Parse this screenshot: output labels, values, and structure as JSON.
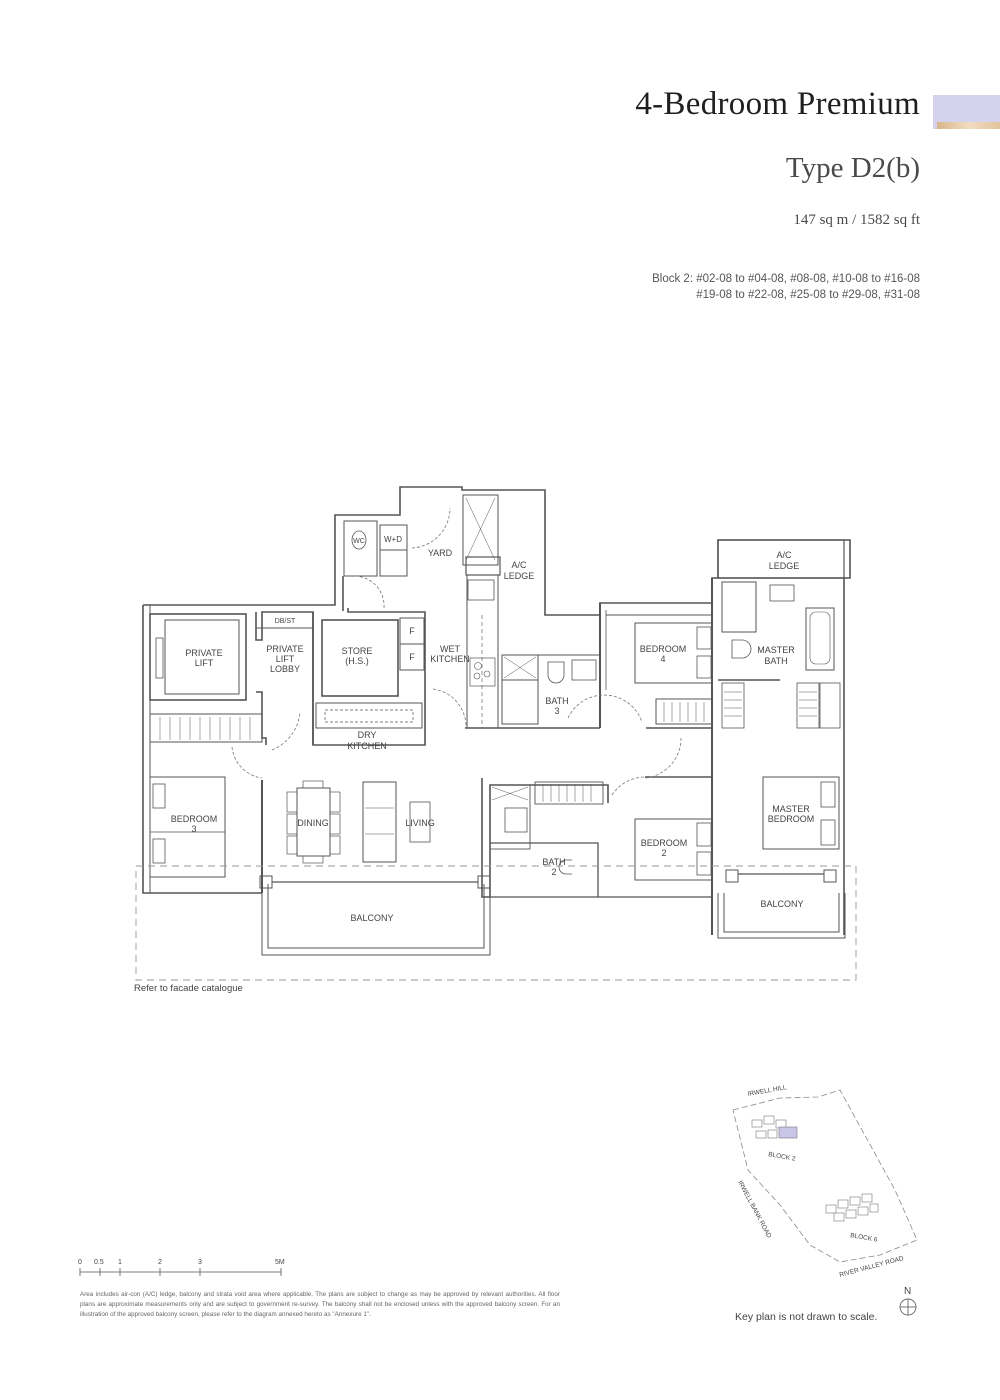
{
  "header": {
    "title": "4-Bedroom Premium",
    "accent_color": "#d4d2ec",
    "type": "Type D2(b)",
    "area": "147 sq m / 1582 sq ft",
    "units_line1": "Block 2: #02-08 to #04-08, #08-08, #10-08 to #16-08",
    "units_line2": "#19-08 to #22-08, #25-08 to #29-08, #31-08"
  },
  "floorplan": {
    "rooms": {
      "private_lift_1": "PRIVATE",
      "private_lift_2": "LIFT",
      "db_st": "DB/ST",
      "lift_lobby_1": "PRIVATE",
      "lift_lobby_2": "LIFT",
      "lift_lobby_3": "LOBBY",
      "store_1": "STORE",
      "store_2": "(H.S.)",
      "wc": "WC",
      "wd": "W+D",
      "yard": "YARD",
      "fridge_1": "F",
      "fridge_2": "F",
      "wet_kitchen_1": "WET",
      "wet_kitchen_2": "KITCHEN",
      "ac_ledge_1_a": "A/C",
      "ac_ledge_1_b": "LEDGE",
      "dry_kitchen_1": "DRY",
      "dry_kitchen_2": "KITCHEN",
      "bath3_1": "BATH",
      "bath3_2": "3",
      "bedroom4_1": "BEDROOM",
      "bedroom4_2": "4",
      "ac_ledge_2_a": "A/C",
      "ac_ledge_2_b": "LEDGE",
      "master_bath_1": "MASTER",
      "master_bath_2": "BATH",
      "bedroom3_1": "BEDROOM",
      "bedroom3_2": "3",
      "dining": "DINING",
      "living": "LIVING",
      "bath2_1": "BATH",
      "bath2_2": "2",
      "bedroom2_1": "BEDROOM",
      "bedroom2_2": "2",
      "master_bedroom_1": "MASTER",
      "master_bedroom_2": "BEDROOM",
      "balcony_main": "BALCONY",
      "balcony_master": "BALCONY"
    },
    "facade_note": "Refer to facade catalogue"
  },
  "scale_bar": {
    "ticks": [
      "0",
      "0.5",
      "1",
      "2",
      "3",
      "5M"
    ]
  },
  "disclaimer": "Area includes air-con (A/C) ledge, balcony and strata void area where applicable. The plans are subject to change as may be approved by relevant authorities. All floor plans are approximate measurements only and are subject to government re-survey. The balcony shall not be enclosed unless with the approved balcony screen. For an illustration of the approved balcony screen, please refer to the diagram annexed hereto as \"Annexure 1\".",
  "key_plan": {
    "road_top": "IRWELL HILL",
    "road_left": "IRWELL BANK ROAD",
    "road_bottom": "RIVER VALLEY ROAD",
    "block_a": "BLOCK 2",
    "block_b": "BLOCK 6",
    "highlight_color": "#c9c6ea",
    "north": "N",
    "note": "Key plan is not drawn to scale."
  }
}
